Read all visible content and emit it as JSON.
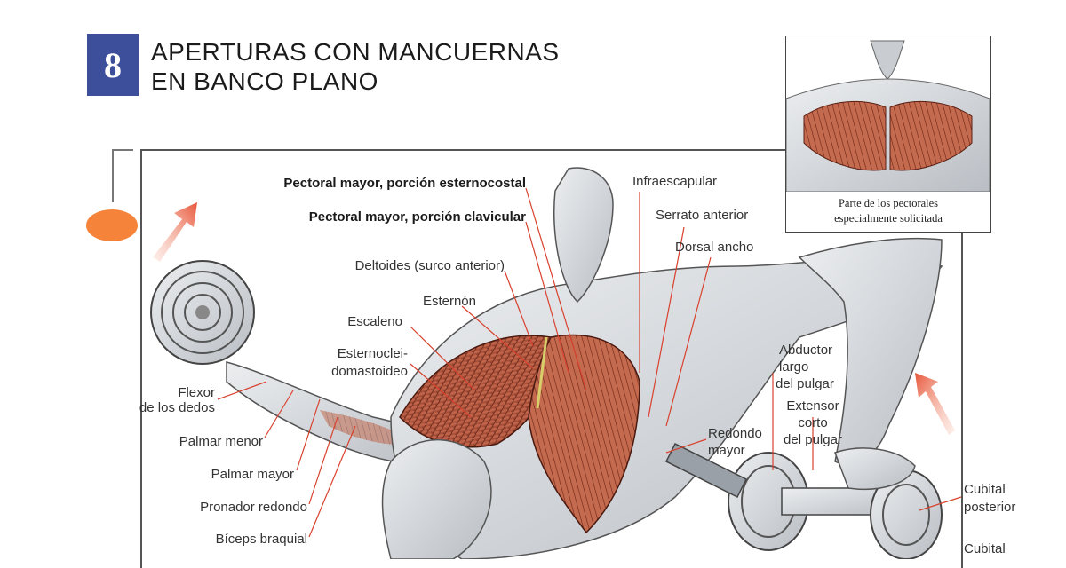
{
  "header": {
    "number": "8",
    "title_line1": "APERTURAS CON MANCUERNAS",
    "title_line2": "EN BANCO PLANO"
  },
  "inset": {
    "caption_line1": "Parte de los pectorales",
    "caption_line2": "especialmente solicitada"
  },
  "labels": {
    "pectoral_esternocostal": "Pectoral mayor, porción esternocostal",
    "pectoral_clavicular": "Pectoral mayor, porción clavicular",
    "deltoides": "Deltoides (surco anterior)",
    "esternon": "Esternón",
    "escaleno": "Escaleno",
    "esternocleido_1": "Esternoclei-",
    "esternocleido_2": "domastoideo",
    "flexor_1": "Flexor",
    "flexor_2": "de los dedos",
    "palmar_menor": "Palmar menor",
    "palmar_mayor": "Palmar mayor",
    "pronador": "Pronador redondo",
    "biceps": "Bíceps braquial",
    "infraescapular": "Infraescapular",
    "serrato": "Serrato anterior",
    "dorsal": "Dorsal ancho",
    "abductor_1": "Abductor",
    "abductor_2": "largo",
    "abductor_3": "del pulgar",
    "extensor_1": "Extensor",
    "extensor_2": "corto",
    "extensor_3": "del pulgar",
    "redondo_1": "Redondo",
    "redondo_2": "mayor",
    "cubital_post_1": "Cubital",
    "cubital_post_2": "posterior",
    "cubital_3": "Cubital"
  },
  "colors": {
    "number_box": "#3d4f9a",
    "accent_oval": "#f5843a",
    "arrow": "#e8563a",
    "leader_line": "#d9412e",
    "muscle": "#b5553d"
  }
}
